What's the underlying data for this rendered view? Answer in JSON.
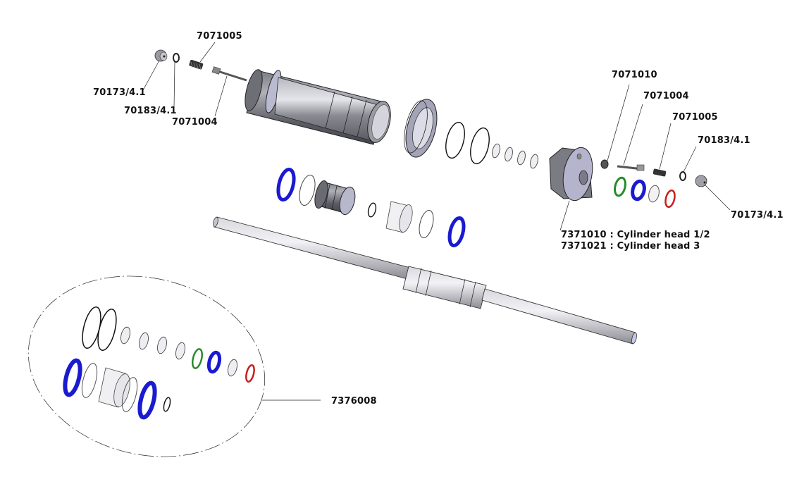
{
  "diagram": {
    "type": "exploded-parts-view",
    "subject": "Pump cylinder assembly"
  },
  "labels": {
    "plug_left": "70173/4.1",
    "washer_left": "70183/4.1",
    "spring_left": "7071005",
    "valve_left": "7071004",
    "seat_right": "7071010",
    "valve_right": "7071004",
    "spring_right": "7071005",
    "washer_right": "70183/4.1",
    "plug_right": "70173/4.1",
    "cylinder_head_line1": "7371010 : Cylinder head 1/2",
    "cylinder_head_line2": "7371021 : Cylinder head 3",
    "seal_kit": "7376008"
  },
  "colors": {
    "seal_blue": "#1a1ad0",
    "seal_green": "#2a8a2a",
    "seal_red": "#c81e1e",
    "metal": "#8e8e96",
    "leader": "#222222"
  }
}
